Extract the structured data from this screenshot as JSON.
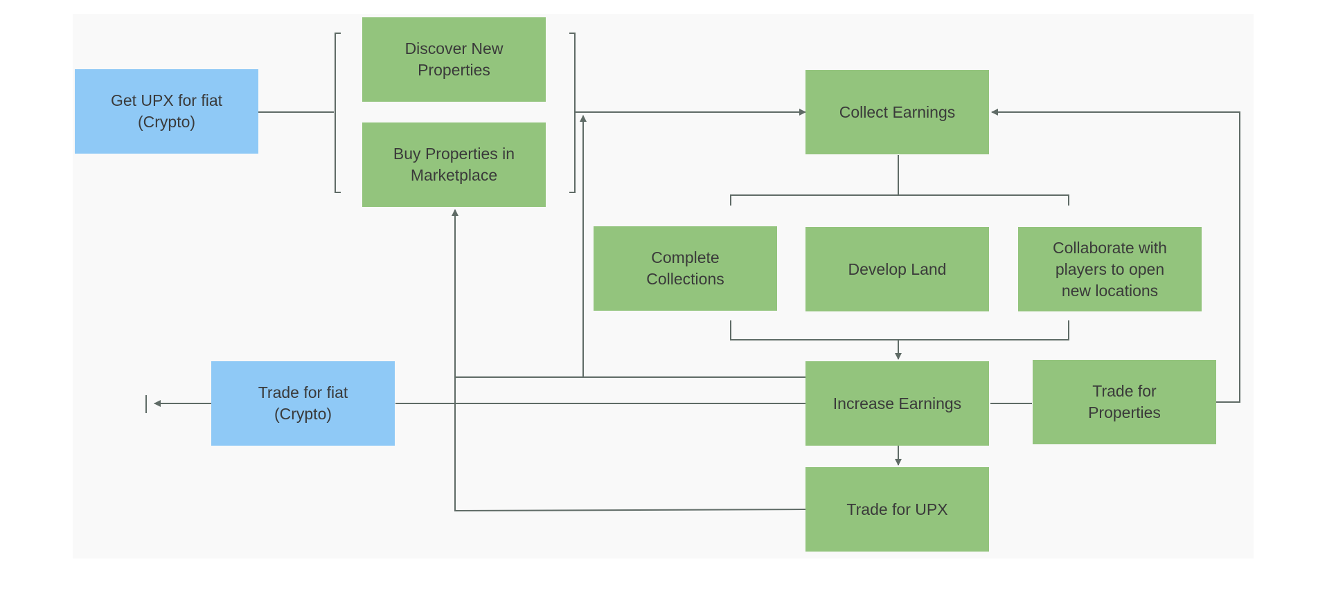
{
  "nodes": {
    "get_upx": "Get UPX for fiat\n(Crypto)",
    "discover": "Discover New\nProperties",
    "buy": "Buy Properties in\nMarketplace",
    "collect": "Collect Earnings",
    "complete": "Complete\nCollections",
    "develop": "Develop Land",
    "collaborate": "Collaborate with\nplayers to open\nnew locations",
    "increase": "Increase Earnings",
    "trade_props": "Trade for\nProperties",
    "trade_fiat": "Trade for fiat\n(Crypto)",
    "trade_upx": "Trade for UPX"
  },
  "colors": {
    "node_green": "#93c47d",
    "node_blue": "#8fc9f6",
    "connector": "#5f6b66"
  }
}
